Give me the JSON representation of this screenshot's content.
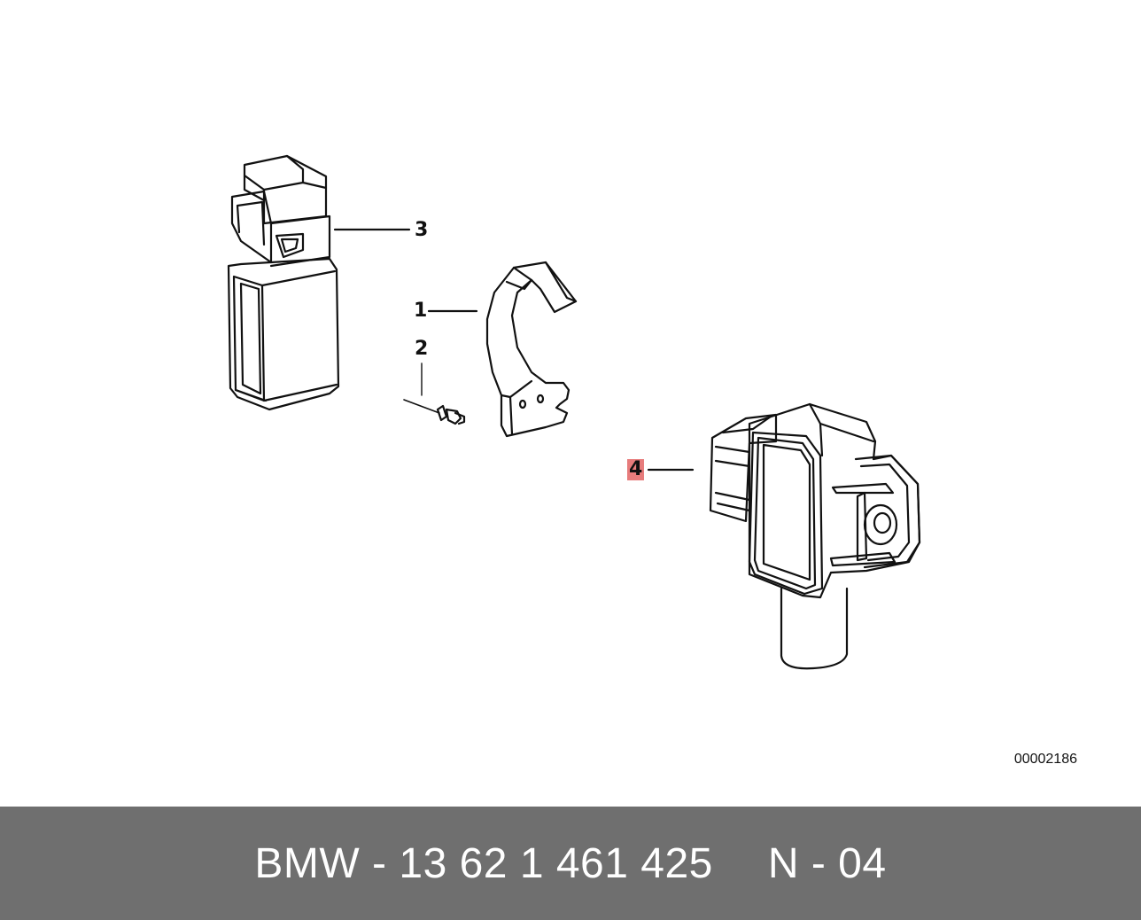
{
  "colors": {
    "footer_background": "#6f6f6f",
    "footer_text": "#ffffff",
    "highlight": "#e77c7c",
    "line": "#111111"
  },
  "diagram": {
    "labels": {
      "part_1": "1",
      "part_2": "2",
      "part_3": "3",
      "part_4": "4"
    },
    "drawing_id": "00002186"
  },
  "footer": {
    "part_number": "BMW - 13 62 1 461 425",
    "position": "N - 04"
  }
}
